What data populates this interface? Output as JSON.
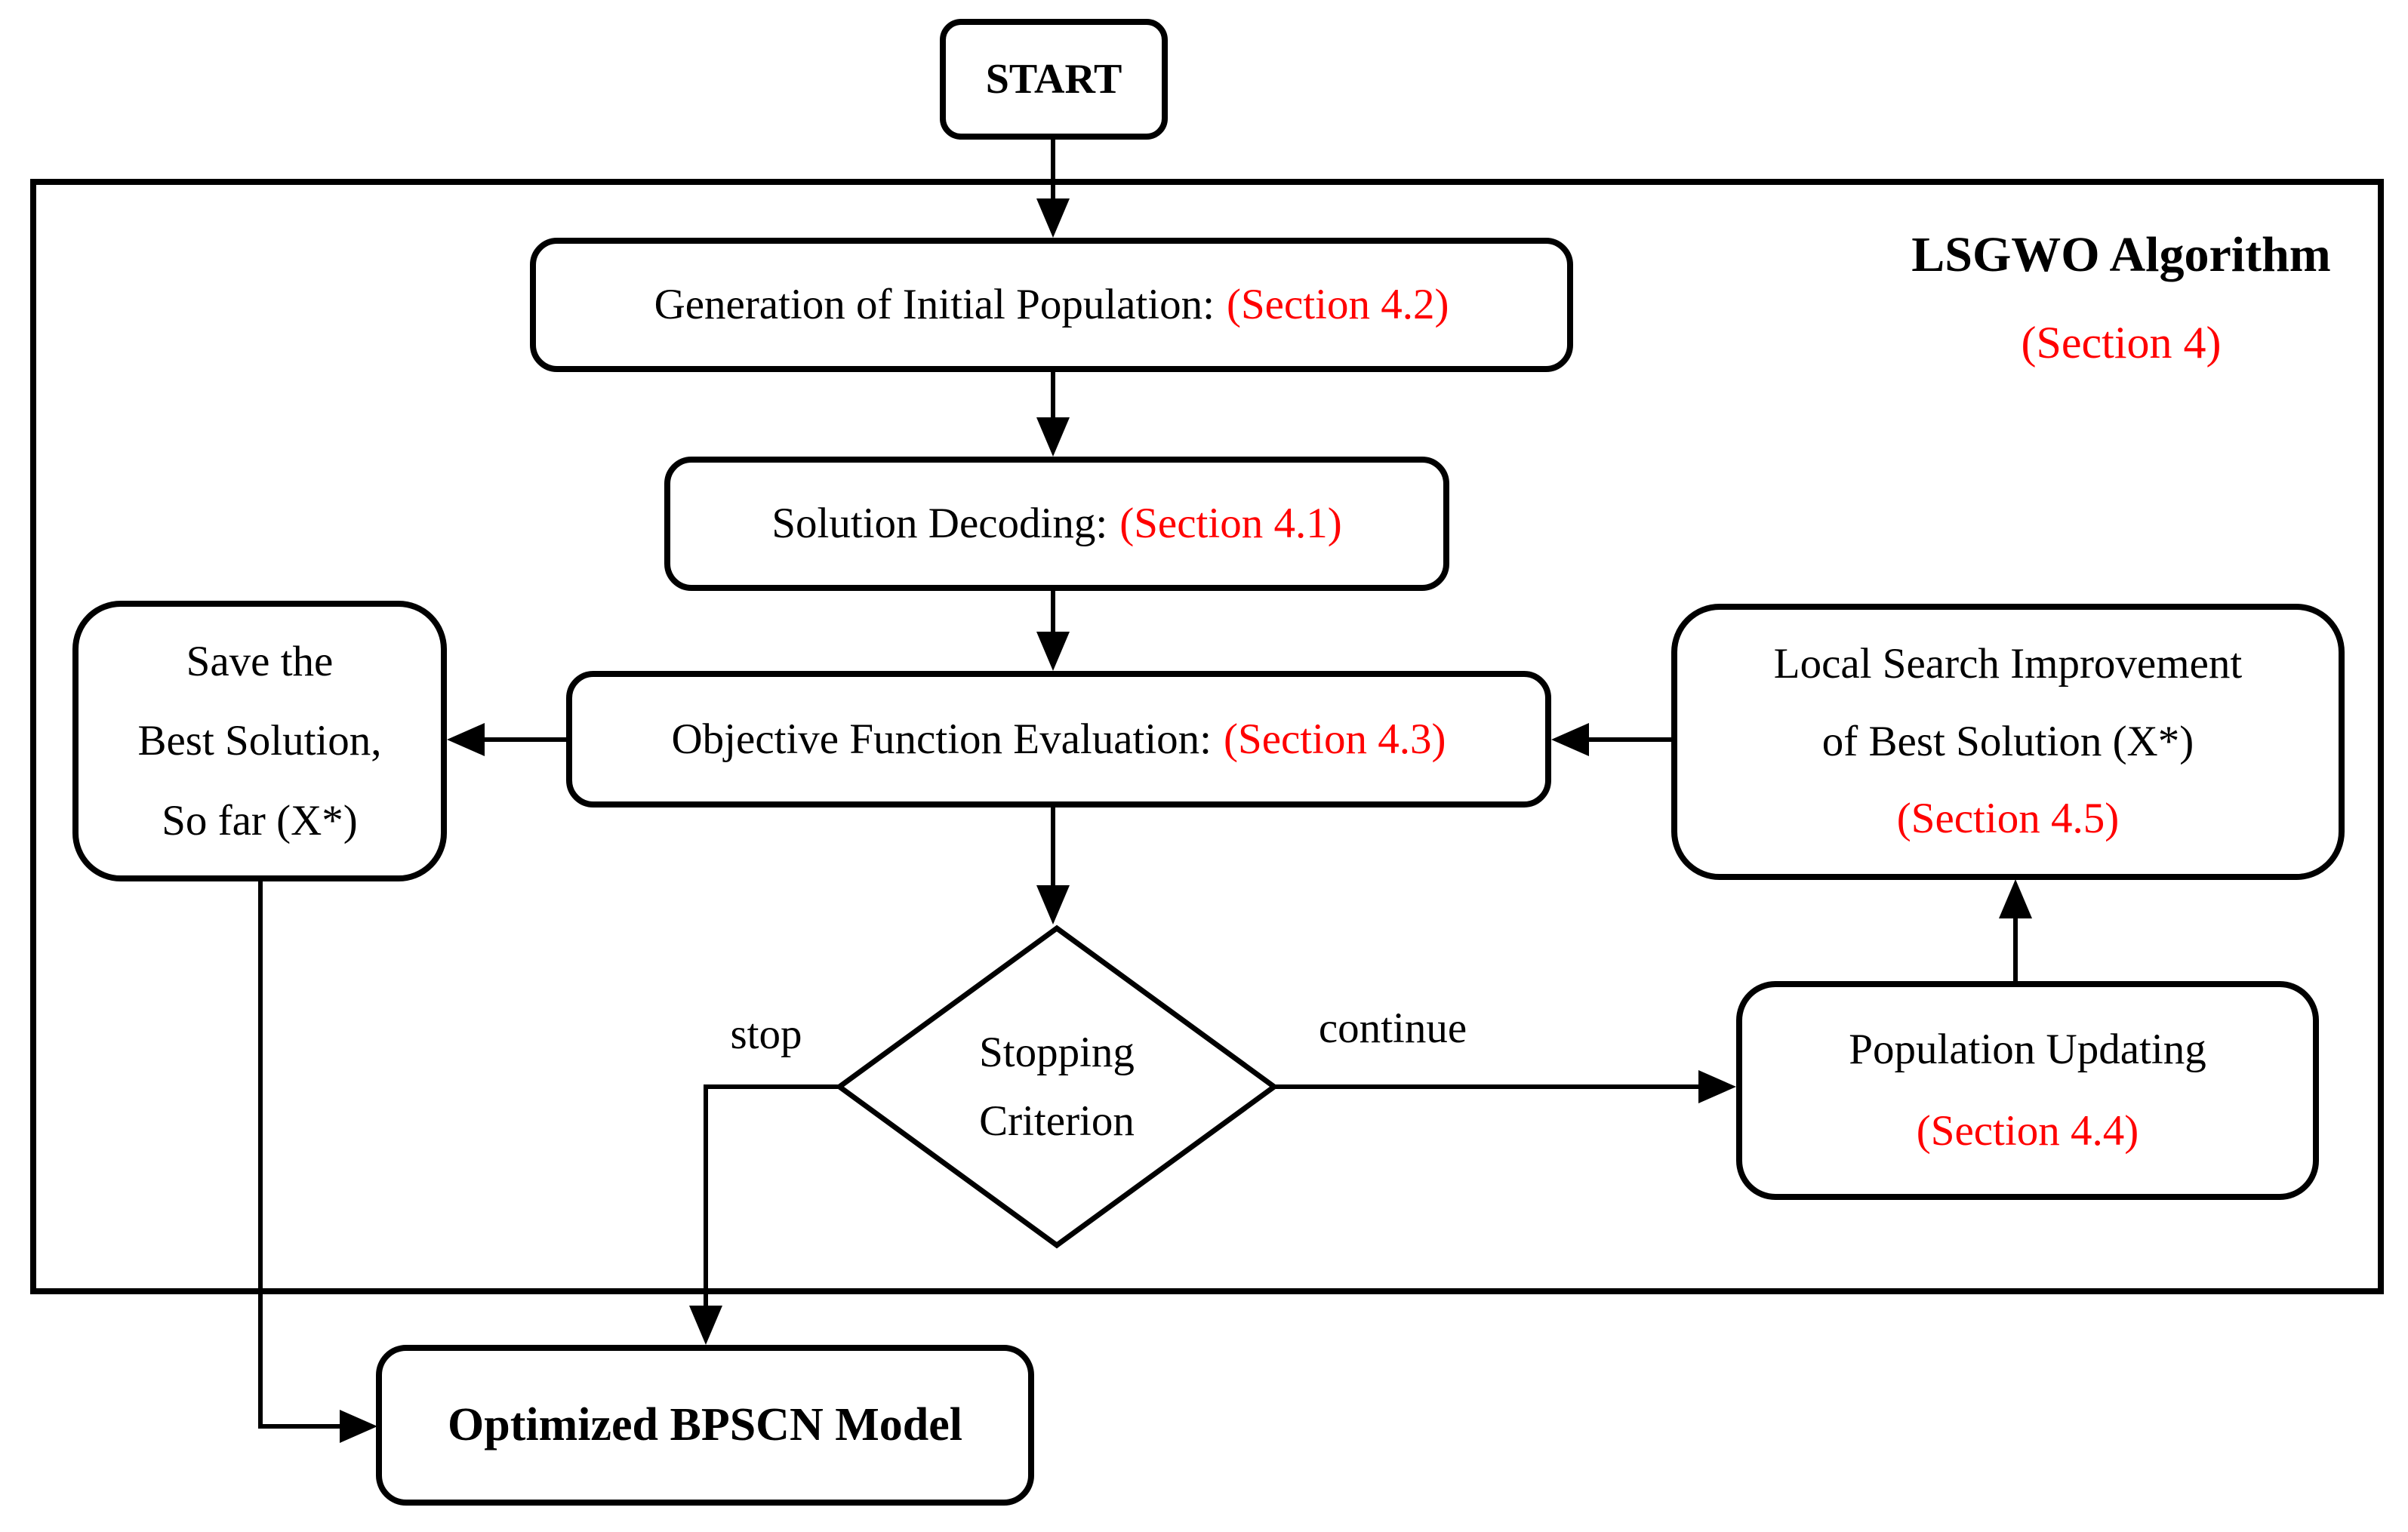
{
  "palette": {
    "line_color": "#000000",
    "accent_color": "#ff0000",
    "background": "#ffffff"
  },
  "header": {
    "title": "LSGWO Algorithm",
    "section": "(Section 4)"
  },
  "nodes": {
    "start": {
      "label": "START"
    },
    "generation": {
      "label": "Generation of Initial Population:",
      "section": "(Section 4.2)"
    },
    "decoding": {
      "label": "Solution Decoding:",
      "section": "(Section 4.1)"
    },
    "objective": {
      "label": "Objective Function Evaluation:",
      "section": "(Section 4.3)"
    },
    "save_best": {
      "lines": [
        "Save the",
        "Best Solution,",
        "So far (X*)"
      ]
    },
    "local_search": {
      "lines": [
        "Local Search Improvement",
        "of Best Solution (X*)"
      ],
      "section": "(Section 4.5)"
    },
    "stopping": {
      "lines": [
        "Stopping",
        "Criterion"
      ]
    },
    "population": {
      "label": "Population Updating",
      "section": "(Section 4.4)"
    },
    "optimized": {
      "label": "Optimized BPSCN Model"
    }
  },
  "edges": {
    "stop_label": "stop",
    "continue_label": "continue"
  }
}
